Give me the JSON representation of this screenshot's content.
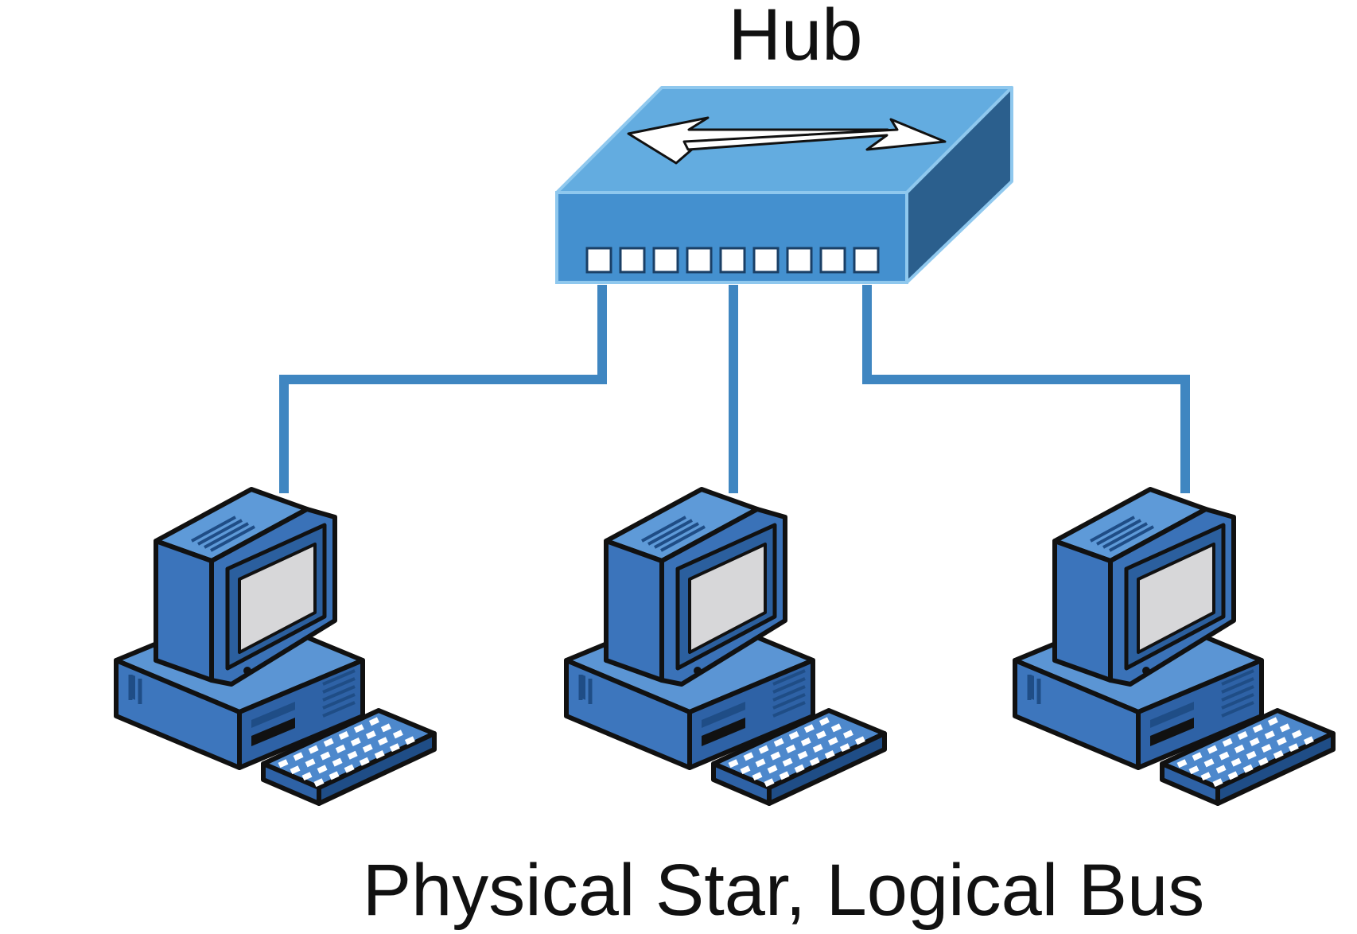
{
  "diagram": {
    "hub_label": "Hub",
    "caption": "Physical Star, Logical Bus",
    "hub_port_count": 9,
    "computer_count": 3,
    "colors": {
      "cable": "#3f86c1",
      "hub_top": "#63ace0",
      "hub_front": "#4490cf",
      "hub_side": "#2b5f8d",
      "pc_light": "#4d88cc",
      "pc_mid": "#3b74bb",
      "pc_dark": "#1f4d86",
      "screen": "#d7d7d9",
      "outline": "#111111"
    },
    "icons": [
      "hub-icon",
      "bidirectional-arrow-icon",
      "computer-icon",
      "keyboard-icon"
    ]
  }
}
